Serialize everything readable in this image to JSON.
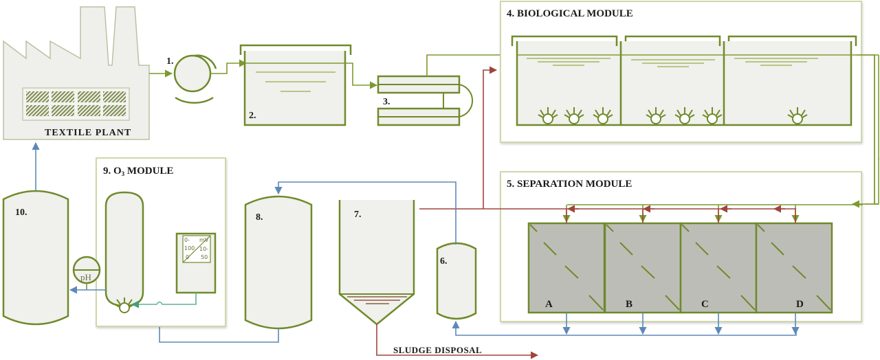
{
  "diagram": {
    "plant_label": "TEXTILE PLANT",
    "units": {
      "pump": "1.",
      "equalization_tank": "2.",
      "heat_exchanger": "3.",
      "permeate_tank": "6.",
      "settler": "7.",
      "storage_tank": "8.",
      "reuse_tank": "10."
    },
    "modules": {
      "biological": "4. BIOLOGICAL MODULE",
      "separation": "5. SEPARATION MODULE",
      "ozone_prefix": "9. O",
      "ozone_sub": "3",
      "ozone_suffix": " MODULE"
    },
    "membranes": [
      "A",
      "B",
      "C",
      "D"
    ],
    "ph_label": "pH",
    "ozone_meter": {
      "left_top": "0-",
      "left_mid": "100",
      "left_bot": "0",
      "right_top": "mV",
      "right_mid": "10-",
      "right_bot": "50"
    },
    "sludge_label": "SLUDGE DISPOSAL",
    "colors": {
      "equipment": "#6f8a2a",
      "process_flow": "#7d9a2e",
      "recycle_flow": "#a0443c",
      "treated_flow": "#5d89b8",
      "ozone_flow": "#5fb48c",
      "membrane_fill": "#bdbdb8"
    }
  }
}
